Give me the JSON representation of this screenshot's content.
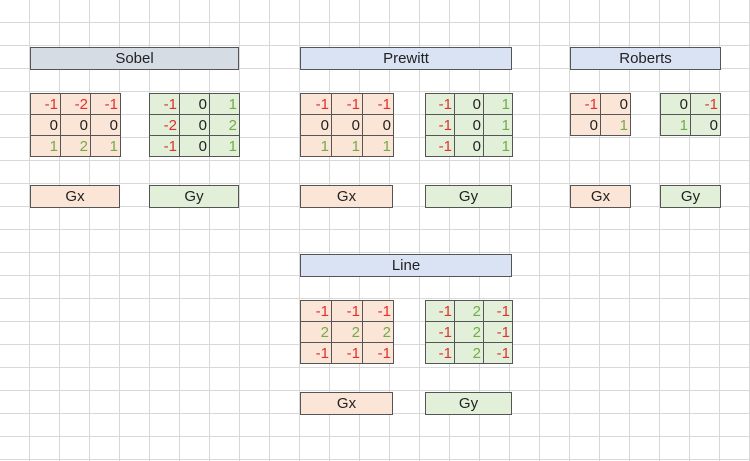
{
  "groups": {
    "sobel": {
      "title": "Sobel",
      "gx": [
        [
          "-1",
          "-2",
          "-1"
        ],
        [
          "0",
          "0",
          "0"
        ],
        [
          "1",
          "2",
          "1"
        ]
      ],
      "gy": [
        [
          "-1",
          "0",
          "1"
        ],
        [
          "-2",
          "0",
          "2"
        ],
        [
          "-1",
          "0",
          "1"
        ]
      ]
    },
    "prewitt": {
      "title": "Prewitt",
      "gx": [
        [
          "-1",
          "-1",
          "-1"
        ],
        [
          "0",
          "0",
          "0"
        ],
        [
          "1",
          "1",
          "1"
        ]
      ],
      "gy": [
        [
          "-1",
          "0",
          "1"
        ],
        [
          "-1",
          "0",
          "1"
        ],
        [
          "-1",
          "0",
          "1"
        ]
      ]
    },
    "roberts": {
      "title": "Roberts",
      "gx": [
        [
          "-1",
          "0"
        ],
        [
          "0",
          "1"
        ]
      ],
      "gy": [
        [
          "0",
          "-1"
        ],
        [
          "1",
          "0"
        ]
      ]
    },
    "line": {
      "title": "Line",
      "gx": [
        [
          "-1",
          "-1",
          "-1"
        ],
        [
          "2",
          "2",
          "2"
        ],
        [
          "-1",
          "-1",
          "-1"
        ]
      ],
      "gy": [
        [
          "-1",
          "2",
          "-1"
        ],
        [
          "-1",
          "2",
          "-1"
        ],
        [
          "-1",
          "2",
          "-1"
        ]
      ]
    }
  },
  "labels": {
    "gx": "Gx",
    "gy": "Gy"
  },
  "colors": {
    "negative": "#e03030",
    "zero": "#222222",
    "positive": "#70ad47",
    "gx_fill": "#fbe5d6",
    "gy_fill": "#e2f0d9"
  }
}
